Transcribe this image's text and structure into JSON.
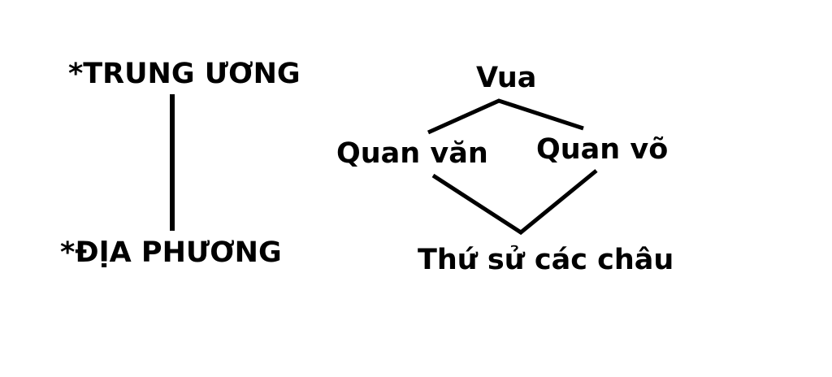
{
  "left_hierarchy": {
    "top": "*TRUNG ƯƠNG",
    "bottom": "*ĐỊA PHƯƠNG"
  },
  "org_chart": {
    "root": "Vua",
    "left_child": "Quan văn",
    "right_child": "Quan võ",
    "bottom": "Thứ sử các châu"
  },
  "colors": {
    "line": "#000000",
    "text": "#000000",
    "background": "#ffffff"
  }
}
